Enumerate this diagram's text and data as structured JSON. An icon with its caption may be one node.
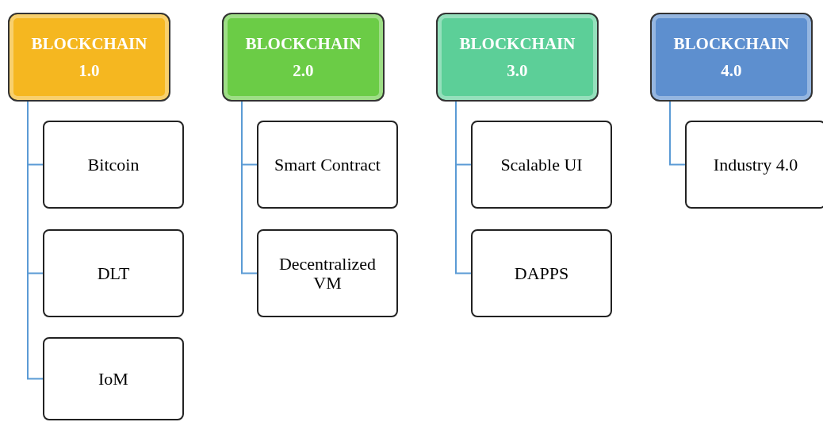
{
  "diagram": {
    "nodes": [
      {
        "text": [
          "BLOCKCHAIN 1.0"
        ]
      },
      {
        "text": [
          "Bitcoin"
        ]
      },
      {
        "text": [
          "DLT"
        ]
      },
      {
        "text": [
          "IoM"
        ]
      },
      {
        "text": [
          "BLOCKCHAIN 2.0"
        ]
      },
      {
        "text": [
          "Smart Contract"
        ]
      },
      {
        "text": [
          "Decentralized VM"
        ]
      },
      {
        "text": [
          "BLOCKCHAIN 3.0"
        ]
      },
      {
        "text": [
          "Scalable UI"
        ]
      },
      {
        "text": [
          "DAPPS"
        ]
      },
      {
        "text": [
          "BLOCKCHAIN 4.0"
        ]
      },
      {
        "text": [
          "Industry 4.0"
        ]
      }
    ],
    "edges": [
      {
        "from": 0,
        "to": 1,
        "arrow": "none"
      },
      {
        "from": 0,
        "to": 2,
        "arrow": "none"
      },
      {
        "from": 0,
        "to": 3,
        "arrow": "none"
      },
      {
        "from": 4,
        "to": 5,
        "arrow": "none"
      },
      {
        "from": 4,
        "to": 6,
        "arrow": "none"
      },
      {
        "from": 7,
        "to": 8,
        "arrow": "none"
      },
      {
        "from": 7,
        "to": 9,
        "arrow": "none"
      },
      {
        "from": 10,
        "to": 11,
        "arrow": "none"
      }
    ]
  }
}
